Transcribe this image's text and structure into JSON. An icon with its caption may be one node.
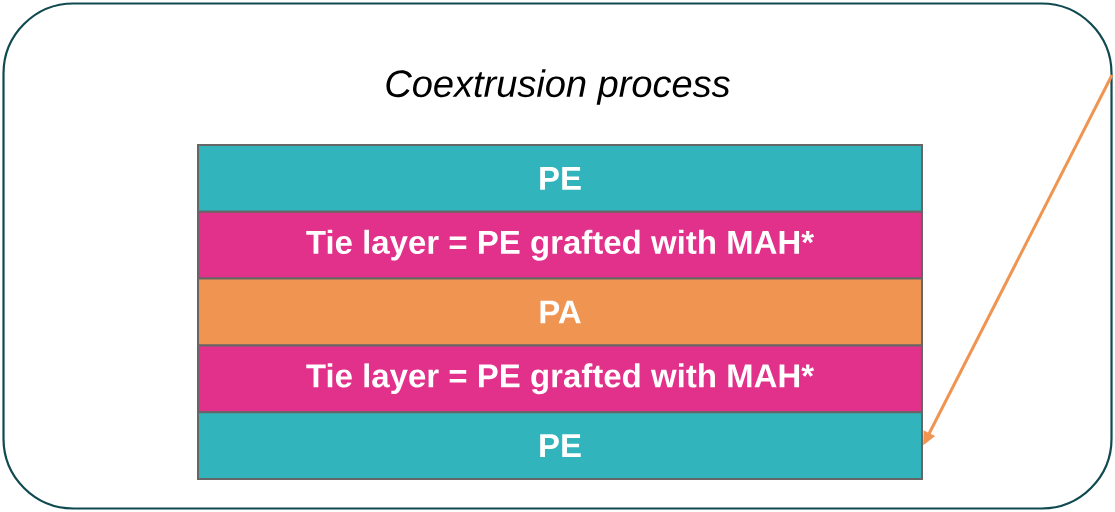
{
  "diagram": {
    "nodes": [
      {
        "text": [
          "Coextrusion process"
        ]
      },
      {
        "text": [
          "PE"
        ],
        "in": 0
      },
      {
        "text": [
          "Tie layer = PE grafted with MAH*"
        ],
        "in": 0
      },
      {
        "text": [
          "PA"
        ],
        "in": 0
      },
      {
        "text": [
          "Tie layer = PE grafted with MAH*"
        ],
        "in": 0
      },
      {
        "text": [
          "PE"
        ],
        "in": 0
      }
    ],
    "edges": [
      {
        "from": null,
        "to": 5,
        "arrow": "to"
      }
    ]
  }
}
